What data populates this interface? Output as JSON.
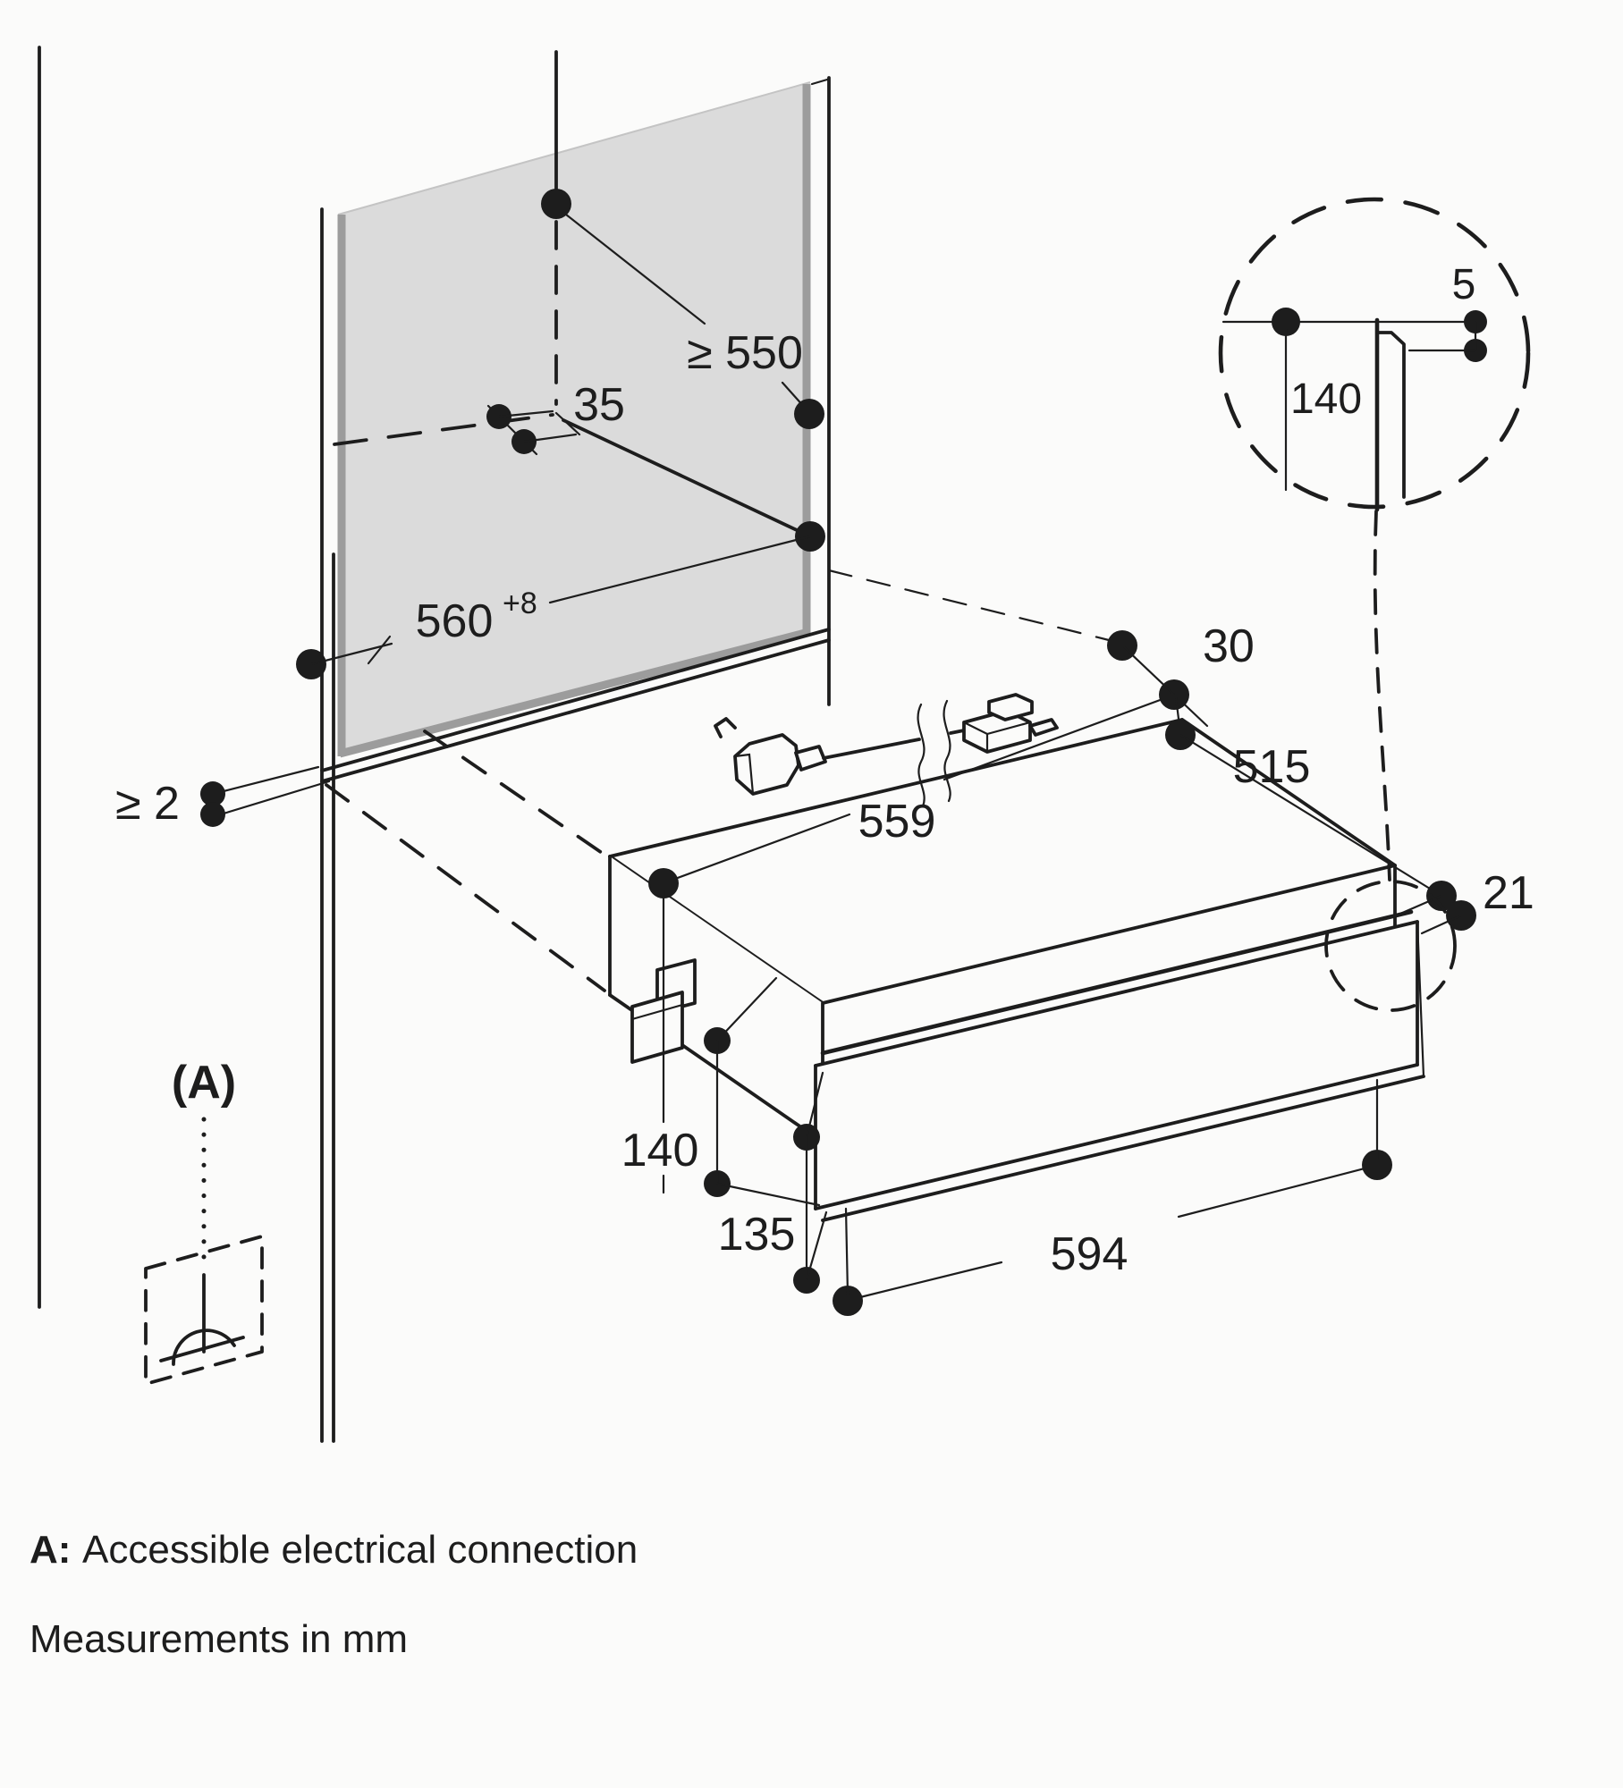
{
  "figure": {
    "kind": "appliance installation dimension diagram",
    "units_note": "Measurements in mm"
  },
  "colors": {
    "line": "#1d1d1d",
    "niche_panel_fill": "#dbdbdb",
    "niche_panel_edge": "#9c9c9c",
    "background": "#fbfbfa"
  },
  "dimensions": {
    "niche_depth_min": {
      "label": "≥ 550"
    },
    "socket_offset": {
      "label": "35"
    },
    "niche_width": {
      "label": "560",
      "tolerance": "+8"
    },
    "side_gap_min": {
      "label": "≥ 2"
    },
    "detail_gap": {
      "label": "5"
    },
    "detail_height": {
      "label": "140"
    },
    "rear_clearance": {
      "label": "30"
    },
    "appliance_depth": {
      "label": "515"
    },
    "appliance_width": {
      "label": "559"
    },
    "front_overhang": {
      "label": "21"
    },
    "body_height": {
      "label": "140"
    },
    "front_panel_height": {
      "label": "135"
    },
    "front_panel_width": {
      "label": "594"
    }
  },
  "notes": {
    "a_ref": "(A)",
    "a_prefix": "A:",
    "a_text": "Accessible electrical connection",
    "units": "Measurements in mm"
  },
  "icons": {
    "plug": "power-plug",
    "connector": "appliance-connector",
    "socket_symbol": "earth-socket-symbol",
    "detail": "magnified-detail-circle"
  }
}
